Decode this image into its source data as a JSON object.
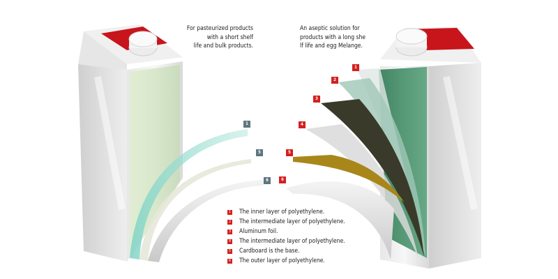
{
  "captions": {
    "left": "For pasteurized products\nwith a short shelf\nlife and bulk products.",
    "right": "An aseptic solution for\nproducts with a long she\nlf life and egg Melange."
  },
  "left_tags": [
    "1",
    "5",
    "6"
  ],
  "right_tags": [
    "1",
    "2",
    "3",
    "4",
    "5",
    "6"
  ],
  "legend": [
    {
      "num": "1",
      "text": "The inner layer of polyethylene."
    },
    {
      "num": "2",
      "text": "The intermediate layer of polyethylene."
    },
    {
      "num": "3",
      "text": "Aluminum foil."
    },
    {
      "num": "4",
      "text": "The intermediate layer of polyethylene."
    },
    {
      "num": "5",
      "text": "Cardboard is the base."
    },
    {
      "num": "6",
      "text": "The outer layer of polyethylene."
    }
  ],
  "colors": {
    "cap_red": "#c8141b",
    "tag_red": "#d42020",
    "tag_gray": "#5f7580",
    "foil": "#3a3a2a",
    "green_layer": "#3a8a5a",
    "cardboard": "#a8861a"
  }
}
